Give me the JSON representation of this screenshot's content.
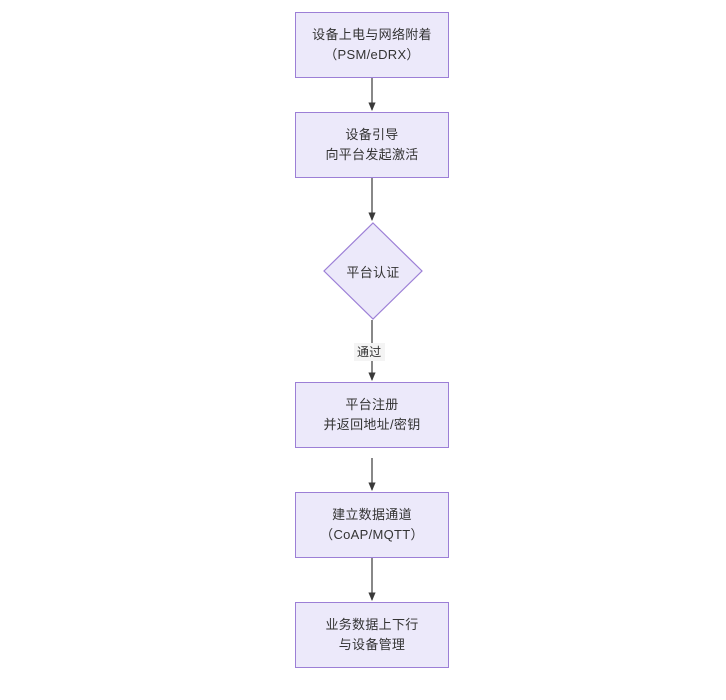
{
  "diagram": {
    "type": "flowchart",
    "orientation": "top-to-bottom",
    "colors": {
      "node_fill": "#ece9fa",
      "node_border": "#9c7fd6",
      "text": "#333333",
      "connector": "#3a3a3a",
      "background": "#ffffff",
      "edge_label_bg": "#f4f4f4"
    },
    "nodes": [
      {
        "id": "node-1",
        "shape": "rectangle",
        "line1": "设备上电与网络附着",
        "line2": "（PSM/eDRX）",
        "text": "设备上电与网络附着\n（PSM/eDRX）"
      },
      {
        "id": "node-2",
        "shape": "rectangle",
        "line1": "设备引导",
        "line2": "向平台发起激活",
        "text": "设备引导\n向平台发起激活"
      },
      {
        "id": "node-3",
        "shape": "diamond",
        "line1": "平台认证",
        "line2": "",
        "text": "平台认证"
      },
      {
        "id": "node-4",
        "shape": "rectangle",
        "line1": "平台注册",
        "line2": "并返回地址/密钥",
        "text": "平台注册\n并返回地址/密钥"
      },
      {
        "id": "node-5",
        "shape": "rectangle",
        "line1": "建立数据通道",
        "line2": "（CoAP/MQTT）",
        "text": "建立数据通道\n（CoAP/MQTT）"
      },
      {
        "id": "node-6",
        "shape": "rectangle",
        "line1": "业务数据上下行",
        "line2": "与设备管理",
        "text": "业务数据上下行\n与设备管理"
      }
    ],
    "edges": [
      {
        "id": "edge-1",
        "from": "node-1",
        "to": "node-2",
        "label": ""
      },
      {
        "id": "edge-2",
        "from": "node-2",
        "to": "node-3",
        "label": ""
      },
      {
        "id": "edge-3",
        "from": "node-3",
        "to": "node-4",
        "label": "通过"
      },
      {
        "id": "edge-4",
        "from": "node-4",
        "to": "node-5",
        "label": ""
      },
      {
        "id": "edge-5",
        "from": "node-5",
        "to": "node-6",
        "label": ""
      }
    ]
  }
}
